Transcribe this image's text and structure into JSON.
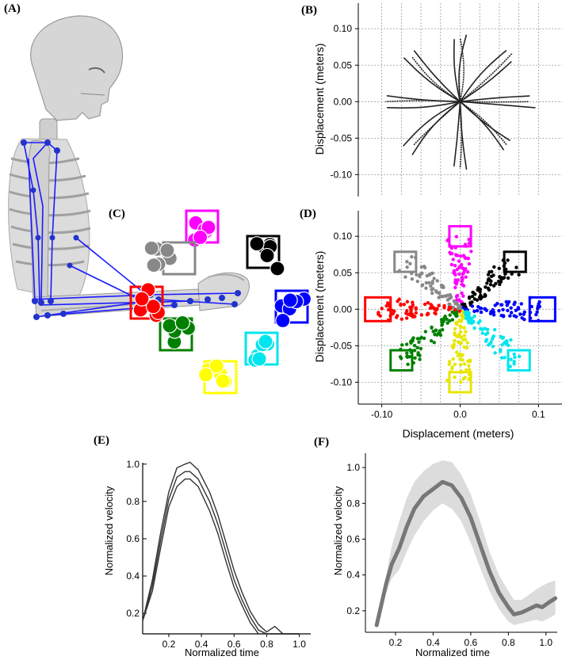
{
  "panel_labels": {
    "a": "(A)",
    "b": "(B)",
    "c": "(C)",
    "d": "(D)",
    "e": "(E)",
    "f": "(F)"
  },
  "colors": {
    "targets": [
      "#ff00ff",
      "#000000",
      "#0000ff",
      "#00e5ee",
      "#ffff00",
      "#008000",
      "#ff0000",
      "#888888"
    ],
    "skeleton_links": "#1a1aff",
    "bone": "#d4d4d4",
    "f_band": "#dcdcdc",
    "f_line": "#777777"
  },
  "chart_data": [
    {
      "id": "B",
      "type": "line",
      "xlabel": "",
      "ylabel": "Displacement (meters)",
      "ytick_labels": [
        "0.10",
        "0.05",
        "0.00",
        "-0.05",
        "-0.10"
      ],
      "yticks": [
        0.1,
        0.05,
        0.0,
        -0.05,
        -0.1
      ],
      "ylim": [
        -0.13,
        0.135
      ],
      "xlim": [
        -0.13,
        0.13
      ],
      "grid": true,
      "directions_deg": [
        90,
        45,
        0,
        -45,
        -90,
        -135,
        180,
        135
      ],
      "reach_m": 0.09,
      "trajectories_per_direction": 3
    },
    {
      "id": "D",
      "type": "scatter",
      "xlabel": "Displacement (meters)",
      "ylabel": "Displacement (meters)",
      "xtick_labels": [
        "-0.10",
        "0.0",
        "0.1"
      ],
      "xticks": [
        -0.1,
        0.0,
        0.1
      ],
      "ytick_labels": [
        "0.10",
        "0.05",
        "0.00",
        "-0.05",
        "-0.10"
      ],
      "yticks": [
        0.1,
        0.05,
        0.0,
        -0.05,
        -0.1
      ],
      "xlim": [
        -0.13,
        0.13
      ],
      "ylim": [
        -0.13,
        0.135
      ],
      "grid": true,
      "targets": [
        {
          "color": "magenta",
          "x": 0.0,
          "y": 0.1
        },
        {
          "color": "black",
          "x": 0.07,
          "y": 0.065
        },
        {
          "color": "blue",
          "x": 0.105,
          "y": 0.0
        },
        {
          "color": "cyan",
          "x": 0.075,
          "y": -0.07
        },
        {
          "color": "yellow",
          "x": 0.0,
          "y": -0.1
        },
        {
          "color": "green",
          "x": -0.075,
          "y": -0.07
        },
        {
          "color": "red",
          "x": -0.105,
          "y": 0.0
        },
        {
          "color": "gray",
          "x": -0.07,
          "y": 0.065
        }
      ]
    },
    {
      "id": "E",
      "type": "line",
      "xlabel": "Normalized time",
      "ylabel": "Normalized velocity",
      "xtick_labels": [
        "0.2",
        "0.4",
        "0.6",
        "0.8",
        "1.0"
      ],
      "xticks": [
        0.2,
        0.4,
        0.6,
        0.8,
        1.0
      ],
      "ytick_labels": [
        "0.2",
        "0.4",
        "0.6",
        "0.8",
        "1.0"
      ],
      "yticks": [
        0.2,
        0.4,
        0.6,
        0.8,
        1.0
      ],
      "xlim": [
        0.04,
        1.07
      ],
      "ylim": [
        0.09,
        1.05
      ],
      "series": [
        {
          "x": [
            0.04,
            0.1,
            0.15,
            0.2,
            0.25,
            0.3,
            0.33,
            0.38,
            0.45,
            0.5,
            0.55,
            0.6,
            0.65,
            0.7,
            0.75,
            0.8,
            0.85,
            0.9,
            0.95,
            1.0
          ],
          "y": [
            0.16,
            0.38,
            0.63,
            0.85,
            0.98,
            1.0,
            1.01,
            0.97,
            0.85,
            0.73,
            0.58,
            0.43,
            0.31,
            0.21,
            0.14,
            0.1,
            0.13,
            0.09,
            0.08,
            0.06
          ]
        },
        {
          "x": [
            0.04,
            0.1,
            0.15,
            0.2,
            0.25,
            0.3,
            0.33,
            0.38,
            0.45,
            0.5,
            0.55,
            0.6,
            0.65,
            0.7,
            0.75,
            0.8,
            0.85,
            0.9,
            0.95,
            1.0
          ],
          "y": [
            0.16,
            0.35,
            0.59,
            0.81,
            0.93,
            0.96,
            0.96,
            0.92,
            0.8,
            0.68,
            0.53,
            0.38,
            0.27,
            0.18,
            0.11,
            0.06,
            0.09,
            0.06,
            0.05,
            0.04
          ]
        },
        {
          "x": [
            0.04,
            0.1,
            0.15,
            0.2,
            0.25,
            0.3,
            0.33,
            0.38,
            0.45,
            0.5,
            0.55,
            0.6,
            0.65,
            0.7,
            0.75,
            0.8,
            0.85,
            0.9,
            0.95,
            1.0
          ],
          "y": [
            0.16,
            0.32,
            0.55,
            0.77,
            0.88,
            0.92,
            0.92,
            0.88,
            0.75,
            0.63,
            0.48,
            0.34,
            0.24,
            0.15,
            0.08,
            0.03,
            0.06,
            0.04,
            0.03,
            0.02
          ]
        }
      ]
    },
    {
      "id": "F",
      "type": "area",
      "xlabel": "Normalized time",
      "ylabel": "Normalized velocity",
      "xtick_labels": [
        "0.2",
        "0.4",
        "0.6",
        "0.8",
        "1.0"
      ],
      "xticks": [
        0.2,
        0.4,
        0.6,
        0.8,
        1.0
      ],
      "ytick_labels": [
        "0.2",
        "0.4",
        "0.6",
        "0.8",
        "1.0"
      ],
      "yticks": [
        0.2,
        0.4,
        0.6,
        0.8,
        1.0
      ],
      "xlim": [
        0.04,
        1.06
      ],
      "ylim": [
        0.08,
        1.08
      ],
      "grid": false,
      "x": [
        0.1,
        0.15,
        0.18,
        0.22,
        0.26,
        0.3,
        0.35,
        0.4,
        0.45,
        0.5,
        0.55,
        0.6,
        0.65,
        0.7,
        0.75,
        0.8,
        0.83,
        0.87,
        0.91,
        0.95,
        0.98,
        1.02,
        1.05
      ],
      "mean": [
        0.12,
        0.35,
        0.46,
        0.55,
        0.67,
        0.77,
        0.84,
        0.88,
        0.92,
        0.9,
        0.83,
        0.72,
        0.57,
        0.42,
        0.3,
        0.22,
        0.18,
        0.19,
        0.21,
        0.23,
        0.22,
        0.25,
        0.27
      ],
      "upper": [
        0.14,
        0.4,
        0.56,
        0.7,
        0.83,
        0.92,
        0.98,
        1.02,
        1.04,
        1.03,
        0.96,
        0.85,
        0.7,
        0.53,
        0.4,
        0.31,
        0.26,
        0.26,
        0.29,
        0.32,
        0.34,
        0.36,
        0.37
      ],
      "lower": [
        0.11,
        0.3,
        0.38,
        0.43,
        0.53,
        0.62,
        0.7,
        0.76,
        0.8,
        0.77,
        0.7,
        0.58,
        0.44,
        0.31,
        0.21,
        0.14,
        0.12,
        0.13,
        0.14,
        0.15,
        0.14,
        0.16,
        0.18
      ]
    }
  ]
}
